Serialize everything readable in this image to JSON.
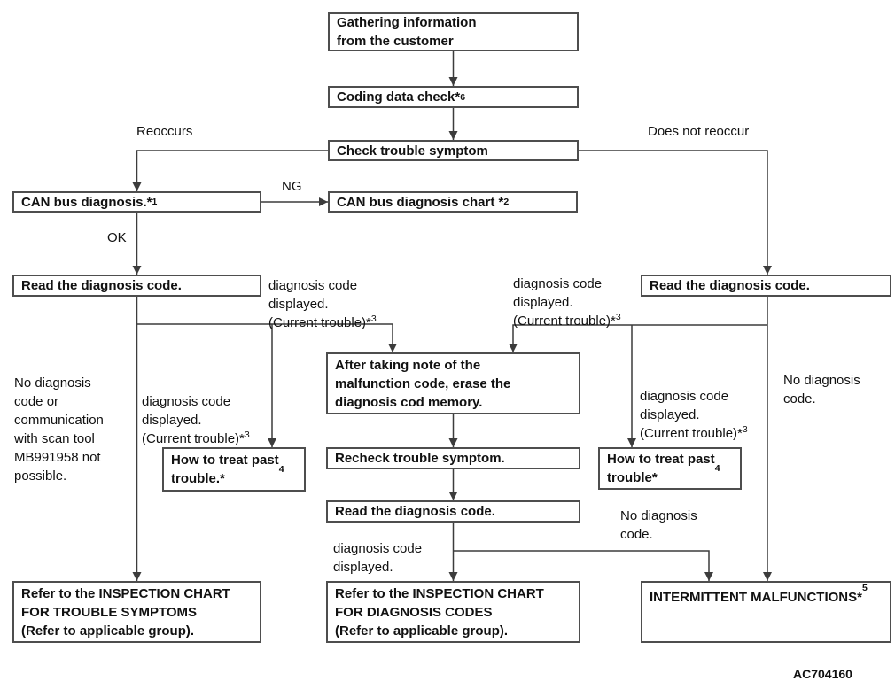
{
  "boxes": {
    "gathering": {
      "text": "Gathering information\nfrom the customer"
    },
    "coding": {
      "text": "Coding data check*",
      "sup": "6"
    },
    "check_symptom": {
      "text": "Check trouble symptom"
    },
    "can_bus": {
      "text": "CAN bus diagnosis.*",
      "sup": "1"
    },
    "can_chart": {
      "text": "CAN bus diagnosis chart *",
      "sup": "2"
    },
    "read_left": {
      "text": "Read the diagnosis code."
    },
    "read_right": {
      "text": "Read the diagnosis code."
    },
    "erase": {
      "text": "After taking note of the\nmalfunction code, erase the\ndiagnosis cod memory."
    },
    "treat_left": {
      "text": "How to treat past\ntrouble.*",
      "sup": "4"
    },
    "treat_right": {
      "text": "How to treat past\ntrouble*",
      "sup": "4"
    },
    "recheck": {
      "text": "Recheck trouble symptom."
    },
    "read_center": {
      "text": "Read the diagnosis code."
    },
    "inspect_symptoms": {
      "text": "Refer to the INSPECTION CHART\nFOR TROUBLE SYMPTOMS\n(Refer to applicable group)."
    },
    "inspect_codes": {
      "text": "Refer to the INSPECTION CHART\nFOR DIAGNOSIS CODES\n(Refer to applicable group)."
    },
    "intermittent": {
      "text": "INTERMITTENT MALFUNCTIONS*",
      "sup": "5"
    }
  },
  "labels": {
    "reoccurs": "Reoccurs",
    "does_not_reoccur": "Does not reoccur",
    "ng": "NG",
    "ok": "OK",
    "diag_code_current": {
      "text": "diagnosis code\ndisplayed.\n(Current trouble)*",
      "sup": "3"
    },
    "no_diag_long": "No diagnosis\ncode or\ncommunication\nwith scan tool\nMB991958 not\npossible.",
    "no_diag_code": "No diagnosis\ncode.",
    "diag_code_displayed": "diagnosis code\ndisplayed.",
    "figure_code": "AC704160"
  },
  "colors": {
    "line": "#3c3c3c",
    "border": "#4e4e4e",
    "text": "#111111",
    "background": "#ffffff"
  }
}
